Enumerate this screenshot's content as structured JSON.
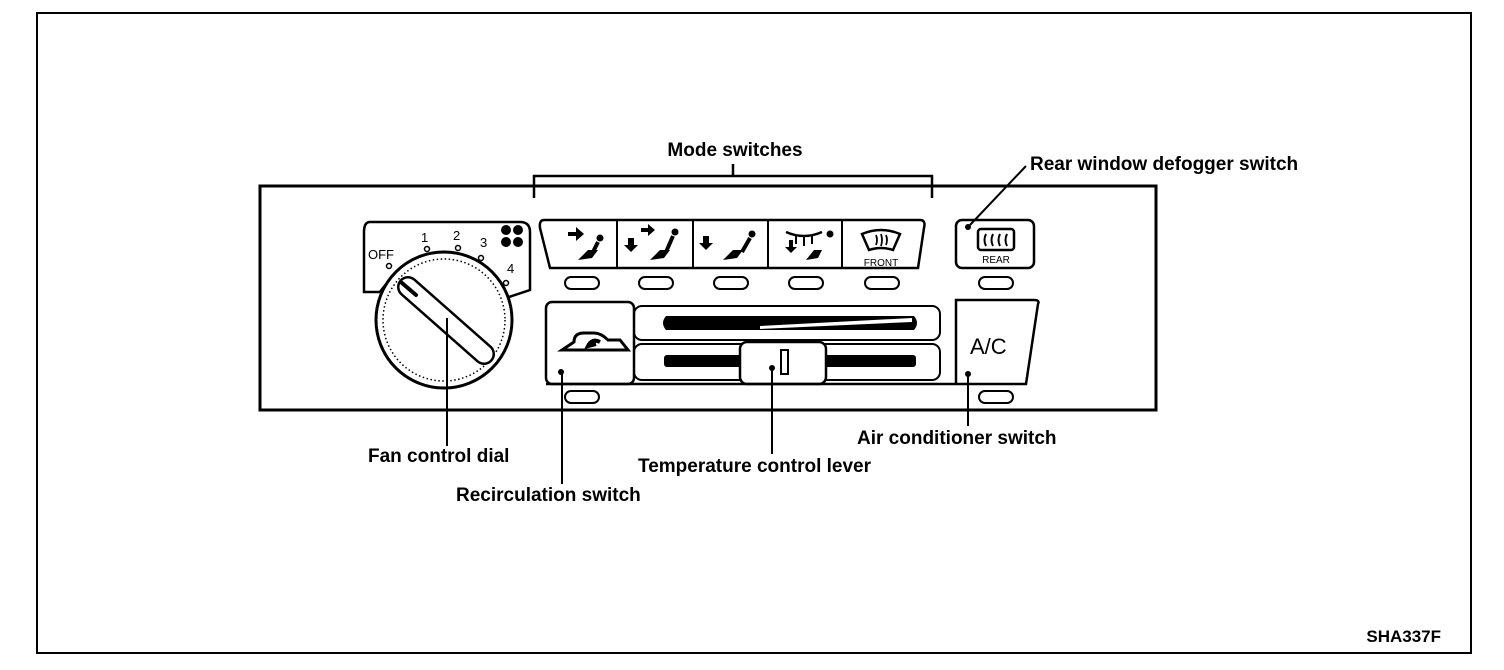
{
  "labels": {
    "mode_switches": "Mode switches",
    "rear_defogger": "Rear window defogger switch",
    "fan_dial": "Fan control dial",
    "recirculation": "Recirculation switch",
    "temperature_lever": "Temperature control lever",
    "air_conditioner": "Air conditioner switch"
  },
  "dial": {
    "off": "OFF",
    "speeds": [
      "1",
      "2",
      "3",
      "4"
    ]
  },
  "buttons": {
    "front": "FRONT",
    "rear": "REAR",
    "ac": "A/C"
  },
  "figure_code": "SHA337F"
}
